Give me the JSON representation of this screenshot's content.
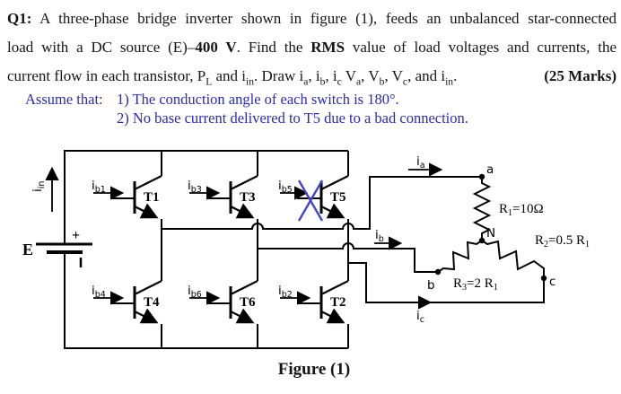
{
  "colors": {
    "ink": "#151515",
    "blue": "#2b2bb0",
    "xmark": "#4646c2",
    "wire": "#000000"
  },
  "question": {
    "lines": [
      {
        "segments": [
          {
            "t": "Q1:",
            "b": 1
          },
          {
            "t": " A three-phase bridge inverter shown in figure (1), feeds an unbalanced star-connected"
          }
        ]
      },
      {
        "segments": [
          {
            "t": "load with a DC source (E)–"
          },
          {
            "t": "400 V",
            "b": 1
          },
          {
            "t": ". Find the "
          },
          {
            "t": "RMS",
            "b": 1
          },
          {
            "t": " value of load voltages and currents, the"
          }
        ]
      },
      {
        "segments": [
          {
            "t": "current flow in each transistor, P"
          },
          {
            "t": "L",
            "sub": 1
          },
          {
            "t": "  and i"
          },
          {
            "t": "in",
            "sub": 1
          },
          {
            "t": ". Draw i"
          },
          {
            "t": "a",
            "sub": 1
          },
          {
            "t": ", i"
          },
          {
            "t": "b",
            "sub": 1
          },
          {
            "t": ", i"
          },
          {
            "t": "c",
            "sub": 1
          },
          {
            "t": " V"
          },
          {
            "t": "a",
            "sub": 1
          },
          {
            "t": ", V"
          },
          {
            "t": "b",
            "sub": 1
          },
          {
            "t": ", V"
          },
          {
            "t": "c",
            "sub": 1
          },
          {
            "t": ", and i"
          },
          {
            "t": "in",
            "sub": 1
          },
          {
            "t": "."
          },
          {
            "t": "(25 Marks)",
            "b": 1,
            "right": 1
          }
        ]
      }
    ]
  },
  "assume": {
    "label": "Assume that:",
    "items": [
      "1) The conduction angle of each switch is 180°.",
      "2) No base current delivered to T5 due to a bad connection."
    ]
  },
  "figure": {
    "caption": "Figure (1)",
    "source": {
      "label": "E",
      "plus": "+"
    },
    "i_in": {
      "base": "i",
      "sub": "in"
    },
    "transistors": {
      "t1": {
        "name": "T1",
        "ib": {
          "base": "i",
          "sub": "b1"
        }
      },
      "t3": {
        "name": "T3",
        "ib": {
          "base": "i",
          "sub": "b3"
        }
      },
      "t5": {
        "name": "T5",
        "ib": {
          "base": "i",
          "sub": "b5"
        }
      },
      "t4": {
        "name": "T4",
        "ib": {
          "base": "i",
          "sub": "b4"
        }
      },
      "t6": {
        "name": "T6",
        "ib": {
          "base": "i",
          "sub": "b6"
        }
      },
      "t2": {
        "name": "T2",
        "ib": {
          "base": "i",
          "sub": "b2"
        }
      }
    },
    "currents": {
      "ia": {
        "base": "i",
        "sub": "a"
      },
      "ib": {
        "base": "i",
        "sub": "b"
      },
      "ic": {
        "base": "i",
        "sub": "c"
      }
    },
    "nodes": {
      "a": "a",
      "b": "b",
      "c": "c",
      "n": "N"
    },
    "resistors": {
      "r1": {
        "base": "R",
        "sub": "1",
        "eq": "=10Ω"
      },
      "r2": {
        "base": "R",
        "sub": "2",
        "eq": "=0.5 R",
        "sub2": "1"
      },
      "r3": {
        "base": "R",
        "sub": "3",
        "eq": "=2 R",
        "sub2": "1"
      }
    }
  }
}
